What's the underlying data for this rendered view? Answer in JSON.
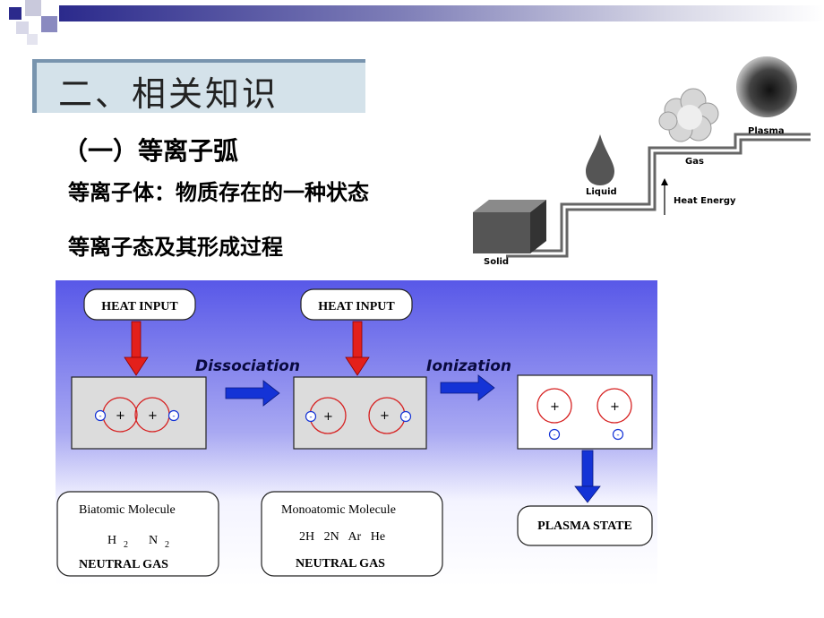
{
  "slide": {
    "title": "二、相关知识",
    "subtitle": "（一）等离子弧",
    "line1": "等离子体：物质存在的一种状态",
    "line2": "等离子态及其形成过程"
  },
  "states_figure": {
    "solid": "Solid",
    "liquid": "Liquid",
    "gas": "Gas",
    "plasma": "Plasma",
    "heat_energy": "Heat Energy"
  },
  "process_figure": {
    "heat_input_1": "HEAT INPUT",
    "heat_input_2": "HEAT INPUT",
    "dissociation": "Dissociation",
    "ionization": "Ionization",
    "biatomic_title": "Biatomic Molecule",
    "biatomic_formula_h": "H",
    "biatomic_sub_h": "2",
    "biatomic_formula_n": "N",
    "biatomic_sub_n": "2",
    "neutral_gas_1": "NEUTRAL GAS",
    "monoatomic_title": "Monoatomic Molecule",
    "monoatomic_species": "2H   2N   Ar   He",
    "neutral_gas_2": "NEUTRAL GAS",
    "plasma_state": "PLASMA STATE",
    "plus": "+",
    "minus": "-"
  },
  "colors": {
    "heat_arrow": "#e3201b",
    "process_arrow": "#1433d6",
    "panel_bg_top": "#5959e6",
    "panel_bg_bottom": "#ffffff",
    "title_box": "#d4e2ea"
  }
}
